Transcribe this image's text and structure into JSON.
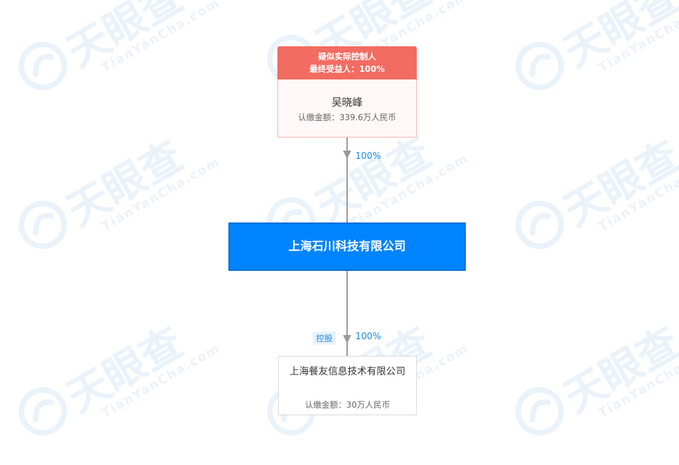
{
  "watermark": {
    "text_cn": "天眼查",
    "text_en": "TianYanCha.com"
  },
  "controller": {
    "badge_line1": "疑似实际控制人",
    "badge_line2": "最终受益人：100%",
    "name": "吴晓峰",
    "subscribed": "认缴金额：339.6万人民币"
  },
  "edge_controller_main": {
    "percent": "100%"
  },
  "main_company": {
    "name": "上海石川科技有限公司"
  },
  "edge_main_sub": {
    "tag": "控股",
    "percent": "100%"
  },
  "subsidiary": {
    "name": "上海餐友信息技术有限公司",
    "subscribed": "认缴金额：30万人民币"
  },
  "colors": {
    "controller_badge": "#f26c61",
    "main_company_fill": "#0084ff",
    "percent_text": "#1a8ae6",
    "edge": "#999999"
  }
}
